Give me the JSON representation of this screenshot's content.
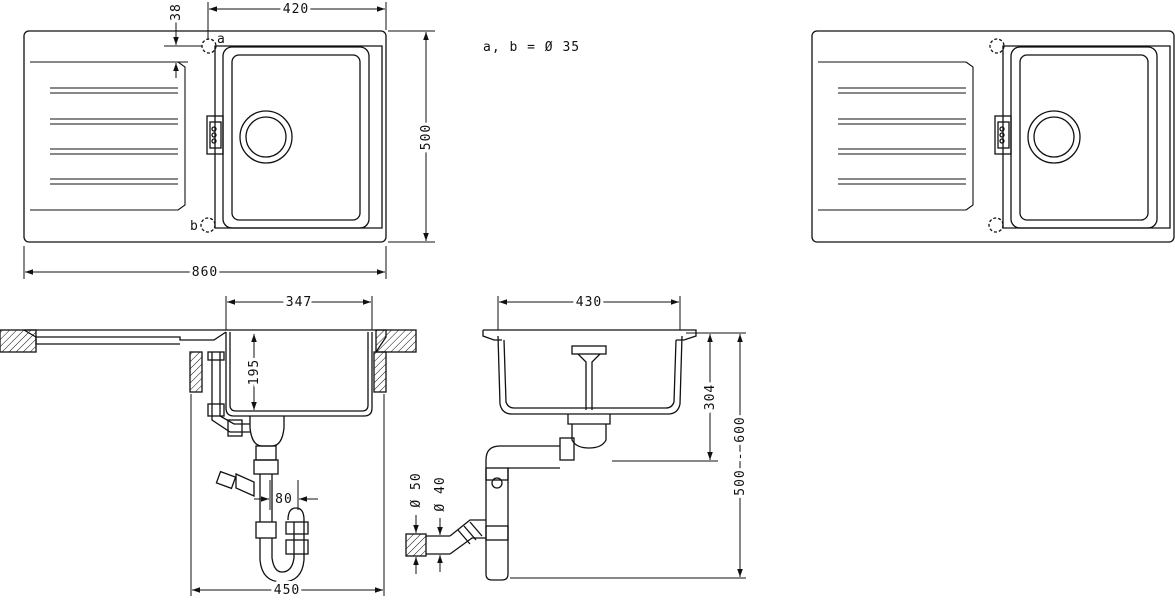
{
  "note": "a, b = Ø 35",
  "top_view": {
    "overall_width": "860",
    "depth": "500",
    "bowl_width": "420",
    "tap_hole_offset": "38",
    "hole_a": "a",
    "hole_b": "b"
  },
  "front_section": {
    "bowl_width": "347",
    "bowl_depth": "195",
    "cabinet_width": "450",
    "trap_offset": "80"
  },
  "side_section": {
    "bowl_width": "430",
    "outlet_height": "304",
    "install_range": "500 - 600",
    "pipe_d50": "Ø 50",
    "pipe_d40": "Ø 40"
  }
}
